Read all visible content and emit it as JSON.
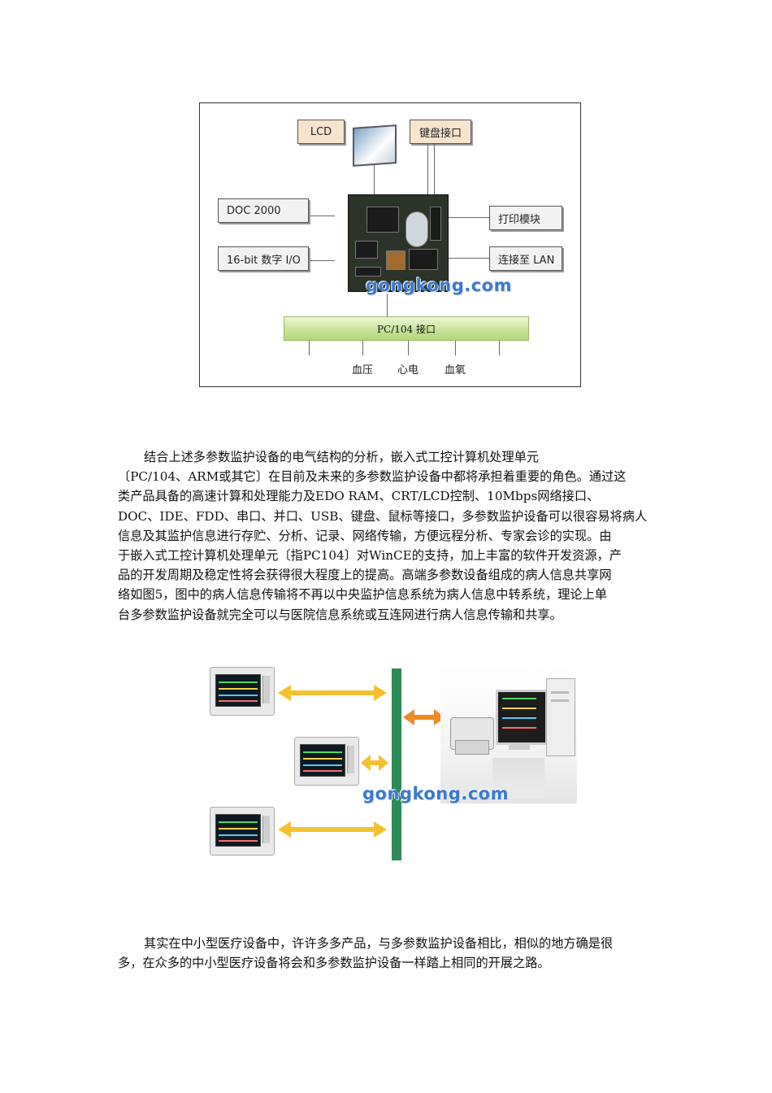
{
  "figure1": {
    "labels": {
      "lcd": "LCD",
      "keyboard": "键盘接口",
      "doc": "DOC 2000",
      "io": "16-bit 数字 I/O",
      "print": "打印模块",
      "lan": "连接至 LAN",
      "bus": "PC/104 接口",
      "blood_pressure": "血压",
      "ecg": "心电",
      "oxygen": "血氧"
    },
    "watermark": "gongkong.com",
    "colors": {
      "label_box": "#f8e3cc",
      "bus": "#c7e39a",
      "border": "#333333"
    }
  },
  "paragraph1": {
    "lines": [
      "结合上述多参数监护设备的电气结构的分析，嵌入式工控计算机处理单元",
      "〔PC/104、ARM或其它〕在目前及未来的多参数监护设备中都将承担着重要的角色。通过这",
      "类产品具备的高速计算和处理能力及EDO RAM、CRT/LCD控制、10Mbps网络接口、",
      "DOC、IDE、FDD、串口、并口、USB、键盘、鼠标等接口，多参数监护设备可以很容易将病人",
      "信息及其监护信息进行存贮、分析、记录、网络传输，方便远程分析、专家会诊的实现。由",
      "于嵌入式工控计算机处理单元〔指PC104〕对WinCE的支持，加上丰富的软件开发资源，产",
      "品的开发周期及稳定性将会获得很大程度上的提高。高端多参数设备组成的病人信息共享网",
      "络如图5，图中的病人信息传输将不再以中央监护信息系统为病人信息中转系统，理论上单",
      "台多参数监护设备就完全可以与医院信息系统或互连网进行病人信息传输和共享。"
    ]
  },
  "figure2": {
    "watermark": "gongkong.com",
    "colors": {
      "bar": "#2e8b57",
      "arrow": "#f3c12f",
      "arrow_right": "#f08a24"
    }
  },
  "paragraph2": {
    "lines": [
      "其实在中小型医疗设备中，许许多多产品，与多参数监护设备相比，相似的地方确是很",
      "多，在众多的中小型医疗设备将会和多参数监护设备一样踏上相同的开展之路。"
    ]
  }
}
